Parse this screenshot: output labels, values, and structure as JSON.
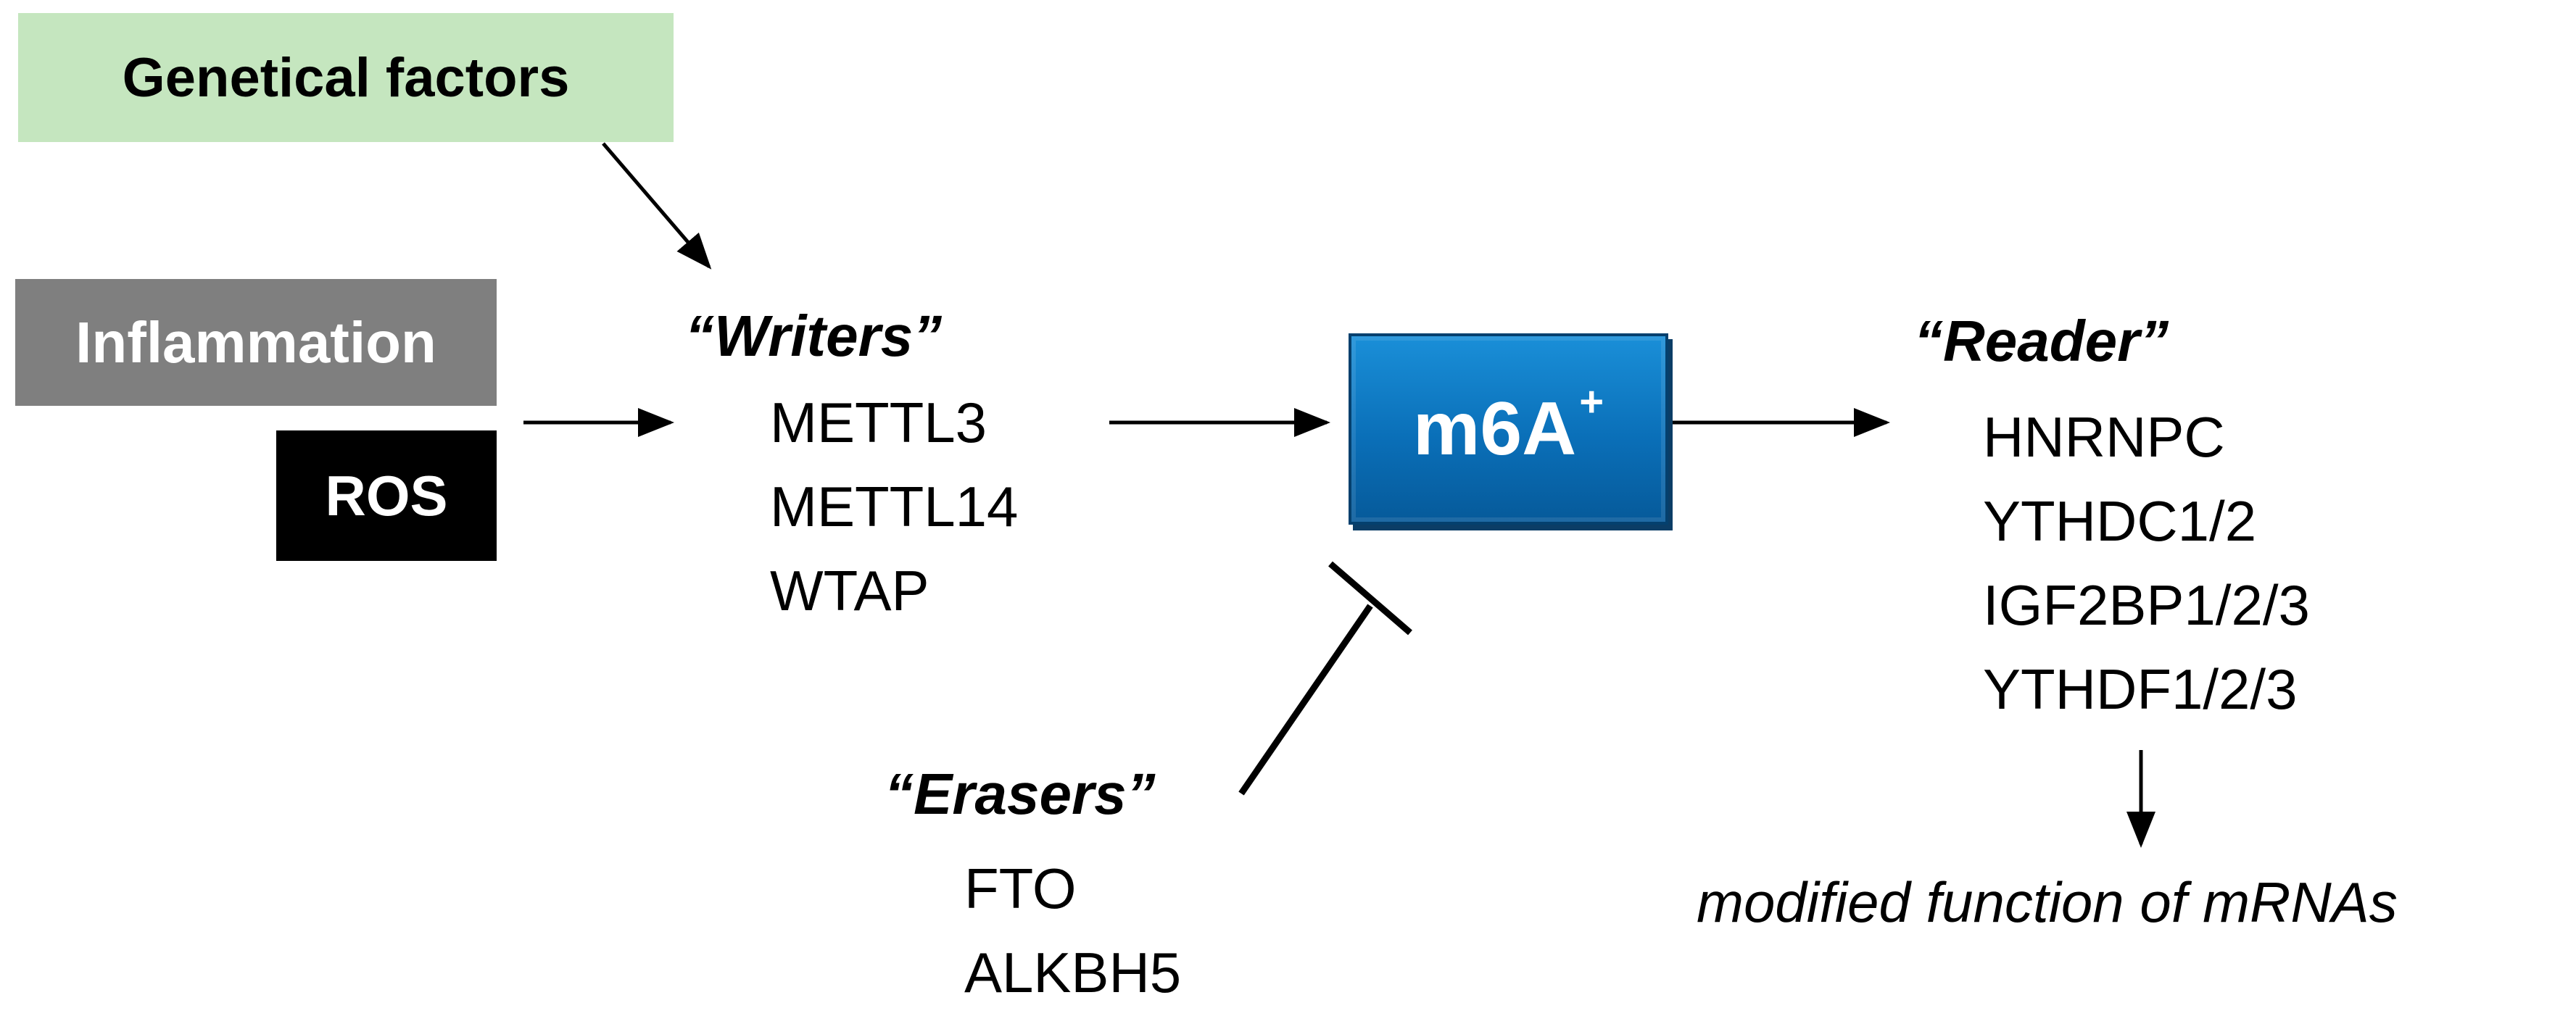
{
  "factors": {
    "genetic": "Genetical factors",
    "inflammation": "Inflammation",
    "ros": "ROS"
  },
  "writers": {
    "heading": "“Writers”",
    "items": [
      "METTL3",
      "METTL14",
      "WTAP"
    ]
  },
  "center": {
    "label": "m6A",
    "superscript": "+"
  },
  "erasers": {
    "heading": "“Erasers”",
    "items": [
      "FTO",
      "ALKBH5"
    ]
  },
  "readers": {
    "heading": "“Reader”",
    "items": [
      "HNRNPC",
      "YTHDC1/2",
      "IGF2BP1/2/3",
      "YTHDF1/2/3"
    ]
  },
  "outcome": "modified function of mRNAs",
  "colors": {
    "genetic_box": "#c5e6bf",
    "inflammation_box": "#7f7f7f",
    "ros_box": "#000000",
    "m6a_box": "#1a8fd8"
  }
}
